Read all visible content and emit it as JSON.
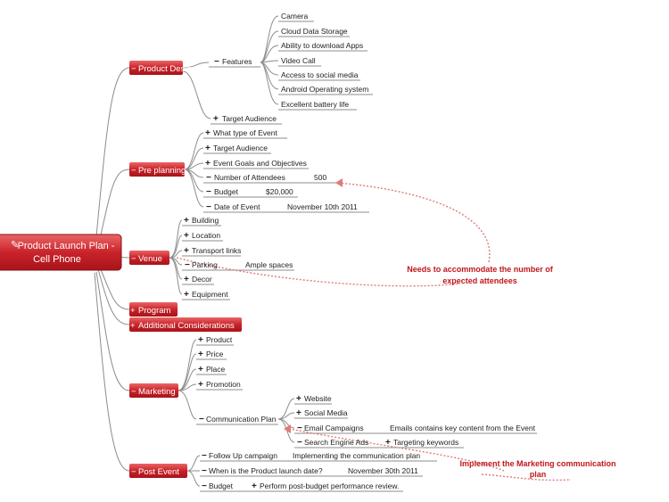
{
  "root": {
    "line1": "Product Launch Plan -",
    "line2": "Cell Phone"
  },
  "branches": {
    "product_design": "Product Design",
    "pre_planning": "Pre planning",
    "venue": "Venue",
    "program": "Program",
    "additional": "Additional Considerations",
    "marketing": "Marketing",
    "post_event": "Post Event"
  },
  "product_design": {
    "features": "Features",
    "feature_items": [
      "Camera",
      "Cloud Data Storage",
      "Ability to download Apps",
      "Video Call",
      "Access to social media",
      "Android Operating system",
      "Excellent battery life"
    ],
    "target_audience": "Target Audience"
  },
  "pre_planning": {
    "what_type": "What type of Event",
    "target_audience": "Target Audience",
    "goals": "Event Goals and Objectives",
    "attendees": "Number of Attendees",
    "attendees_value": "500",
    "budget": "Budget",
    "budget_value": "$20,000",
    "date": "Date of Event",
    "date_value": "November 10th 2011"
  },
  "venue": {
    "building": "Building",
    "location": "Location",
    "transport": "Transport links",
    "parking": "Parking",
    "parking_value": "Ample spaces",
    "decor": "Decor",
    "equipment": "Equipment"
  },
  "marketing": {
    "product": "Product",
    "price": "Price",
    "place": "Place",
    "promotion": "Promotion",
    "comm_plan": "Communication Plan",
    "website": "Website",
    "social": "Social Media",
    "email": "Email Campaigns",
    "email_value": "Emails contains key content from the Event",
    "seo": "Search Engine Ads",
    "seo_value": "Targeting keywords"
  },
  "post_event": {
    "follow_up": "Follow Up campaign",
    "follow_up_value": "Implementing the communication plan",
    "launch_date": "When is the Product launch date?",
    "launch_date_value": "November 30th 2011",
    "budget": "Budget",
    "budget_value": "Perform post-budget performance review."
  },
  "notes": {
    "attendees_1": "Needs to accommodate the number of",
    "attendees_2": "expected attendees",
    "marketing_1": "Implement the Marketing communication",
    "marketing_2": "plan"
  },
  "colors": {
    "branch_top": "#e85a5a",
    "branch_bottom": "#b3141b",
    "note": "#c0161c"
  }
}
